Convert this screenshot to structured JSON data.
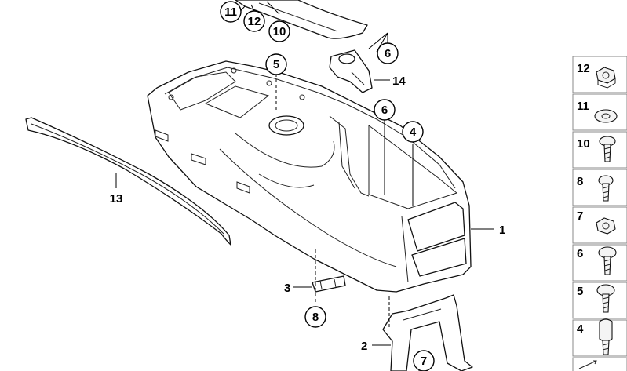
{
  "callouts": {
    "c1": "1",
    "c2": "2",
    "c3": "3",
    "c4": "4",
    "c5": "5",
    "c6a": "6",
    "c6b": "6",
    "c7": "7",
    "c8": "8",
    "c10": "10",
    "c11": "11",
    "c12": "12",
    "c13": "13",
    "c14": "14"
  },
  "legend": {
    "items": [
      "12",
      "11",
      "10",
      "8",
      "7",
      "6",
      "5",
      "4"
    ]
  }
}
